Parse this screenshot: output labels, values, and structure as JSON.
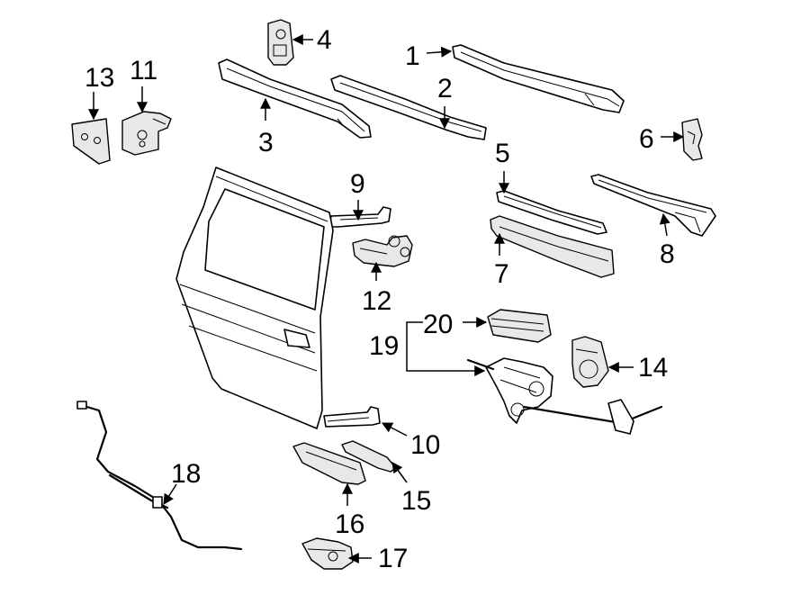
{
  "callouts": {
    "c1": "1",
    "c2": "2",
    "c3": "3",
    "c4": "4",
    "c5": "5",
    "c6": "6",
    "c7": "7",
    "c8": "8",
    "c9": "9",
    "c10": "10",
    "c11": "11",
    "c12": "12",
    "c13": "13",
    "c14": "14",
    "c15": "15",
    "c16": "16",
    "c17": "17",
    "c18": "18",
    "c19": "19",
    "c20": "20"
  },
  "colors": {
    "line": "#000000",
    "background": "#ffffff",
    "shade": "#e8e8e8"
  }
}
